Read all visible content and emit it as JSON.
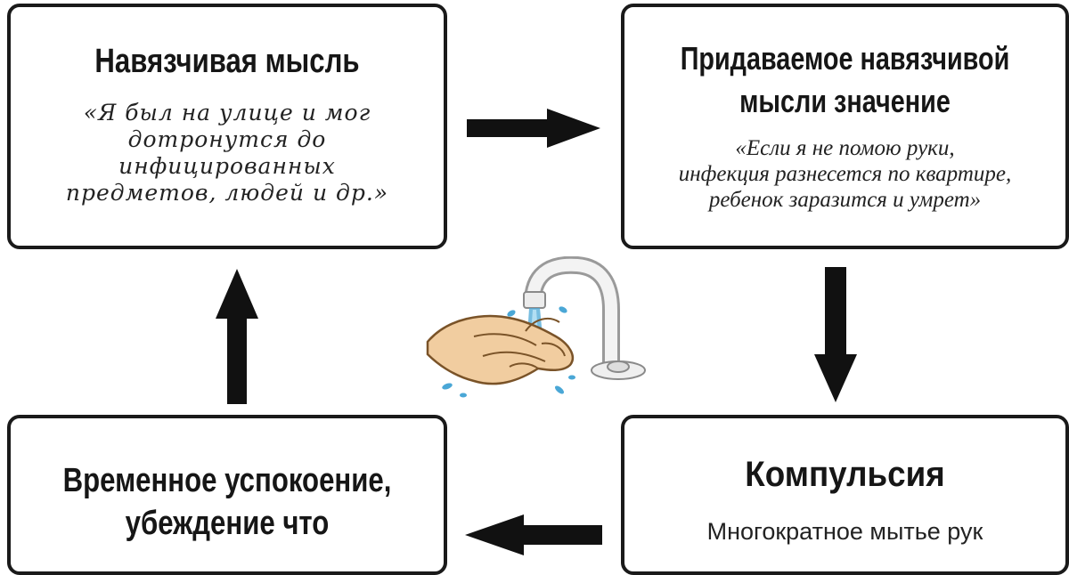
{
  "boxes": {
    "obsessive_thought": {
      "title": "Навязчивая мысль",
      "quote": "«Я был на улице и мог\nдотронутся до\nинфицированных\nпредметов, людей и др.»"
    },
    "meaning": {
      "title": "Придаваемое навязчивой\nмысли значение",
      "quote": "«Если я не помою руки,\nинфекция разнесется по квартире,\nребенок заразится и умрет»"
    },
    "relief": {
      "title": "Временное успокоение,\nубеждение что"
    },
    "compulsion": {
      "title": "Компульсия",
      "quote": "Многократное мытье рук"
    }
  },
  "colors": {
    "border": "#1a1a1a",
    "arrow": "#111111",
    "skin": "#f1cda0",
    "water": "#4aa7d6",
    "faucet": "#f3f3f3"
  },
  "icons": [
    "arrow-right-icon",
    "arrow-down-icon",
    "arrow-left-icon",
    "arrow-up-icon",
    "hand-washing-icon"
  ]
}
